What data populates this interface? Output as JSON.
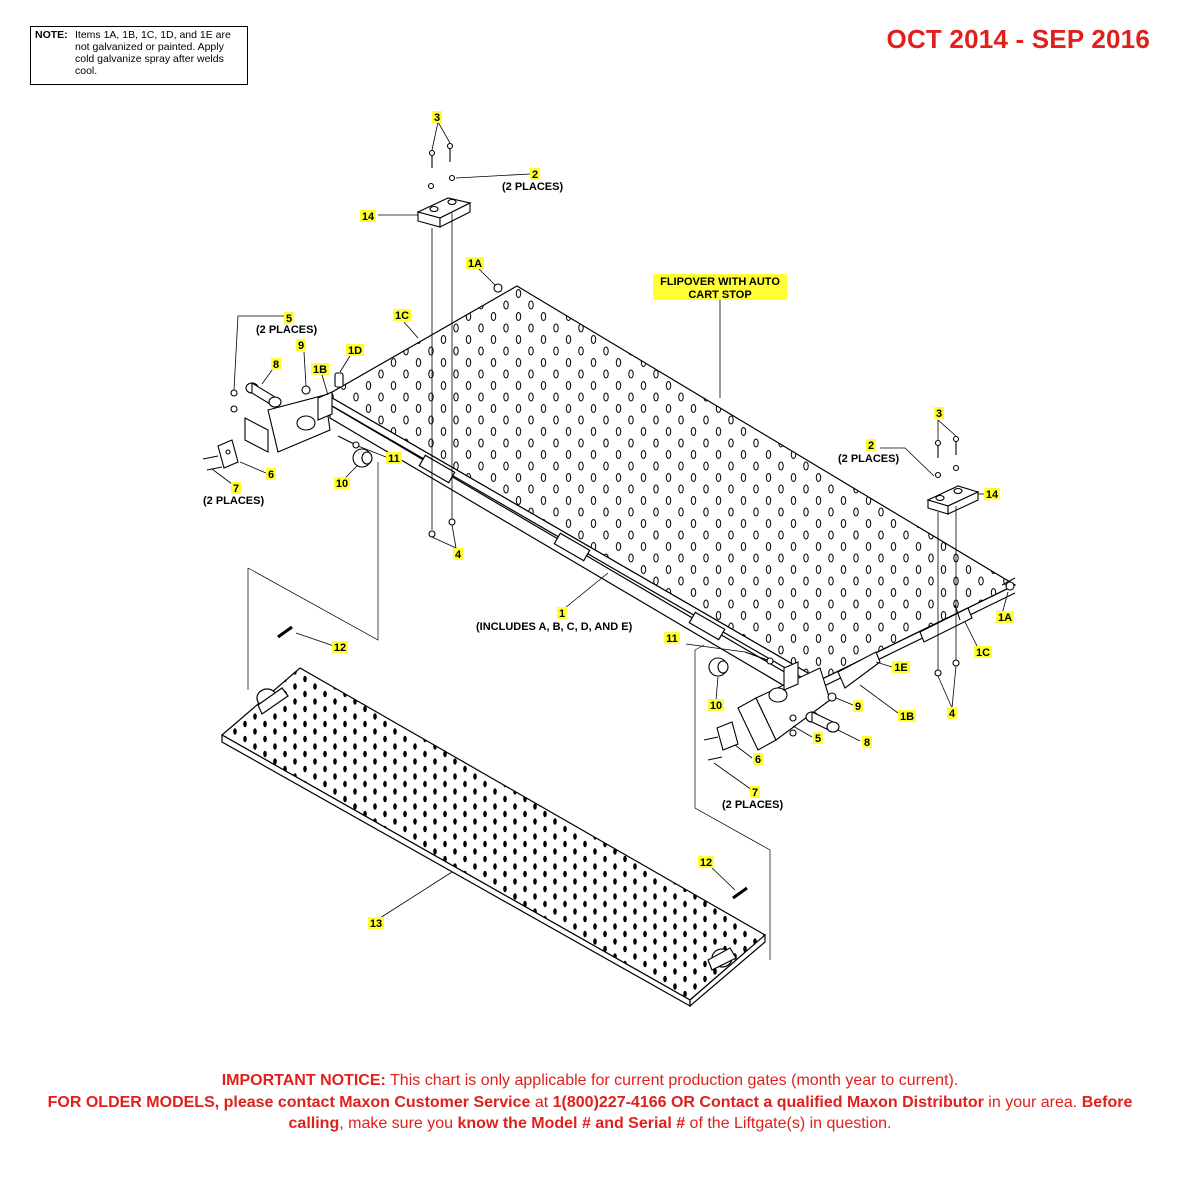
{
  "note": {
    "label": "NOTE:",
    "text": "Items 1A, 1B, 1C, 1D, and 1E are not galvanized or painted. Apply cold galvanize spray after welds cool."
  },
  "date_range": "OCT 2014 - SEP 2016",
  "callouts": {
    "c3_top": "3",
    "c2_top": "2",
    "c2_top_places": "(2 PLACES)",
    "c14_top": "14",
    "c1A_top": "1A",
    "flipover_line1": "FLIPOVER WITH AUTO",
    "flipover_line2": "CART STOP",
    "c5": "5",
    "c5_places": "(2 PLACES)",
    "c1C_left": "1C",
    "c9_left": "9",
    "c1D": "1D",
    "c8_left": "8",
    "c1B_left": "1B",
    "c11_left": "11",
    "c10_left": "10",
    "c6_left": "6",
    "c7_left": "7",
    "c7_left_places": "(2 PLACES)",
    "c4_left": "4",
    "c1": "1",
    "c1_includes": "(INCLUDES A, B, C, D, AND E)",
    "c3_right": "3",
    "c2_right": "2",
    "c2_right_places": "(2 PLACES)",
    "c14_right": "14",
    "c1A_right": "1A",
    "c1C_right": "1C",
    "c4_right": "4",
    "c11_right": "11",
    "c1E": "1E",
    "c10_right": "10",
    "c9_right": "9",
    "c1B_right": "1B",
    "c5_right": "5",
    "c8_right": "8",
    "c6_right": "6",
    "c7_right": "7",
    "c7_right_places": "(2 PLACES)",
    "c12_left": "12",
    "c12_right": "12",
    "c13": "13"
  },
  "notice": {
    "important_label": "IMPORTANT NOTICE:",
    "important_text": " This chart is only applicable for current production gates (month year to current).",
    "older_label": "FOR OLDER MODELS, please contact Maxon Customer Service",
    "older_at": " at ",
    "phone": "1(800)227-4166 OR Contact a qualified Maxon Distributor",
    "area_text": " in your area. ",
    "before_label": "Before calling",
    "make_sure": ", make sure you ",
    "know_label": "know the Model # and Serial #",
    "end_text": " of the Liftgate(s) in question."
  }
}
